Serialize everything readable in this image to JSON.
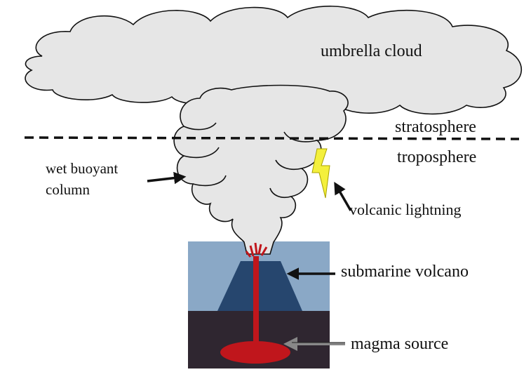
{
  "labels": {
    "umbrella_cloud": "umbrella cloud",
    "stratosphere": "stratosphere",
    "troposphere": "troposphere",
    "wet_buoyant_column_line1": "wet buoyant",
    "wet_buoyant_column_line2": "column",
    "volcanic_lightning": "volcanic lightning",
    "submarine_volcano": "submarine volcano",
    "magma_source": "magma source"
  },
  "colors": {
    "cloud_fill": "#e6e6e6",
    "cloud_stroke": "#111111",
    "sea": "#8aa8c6",
    "seafloor": "#2f2630",
    "volcano": "#26466e",
    "magma": "#c0161c",
    "lightning": "#f4f03c",
    "arrow": "#111111",
    "magma_arrow": "#888888"
  }
}
